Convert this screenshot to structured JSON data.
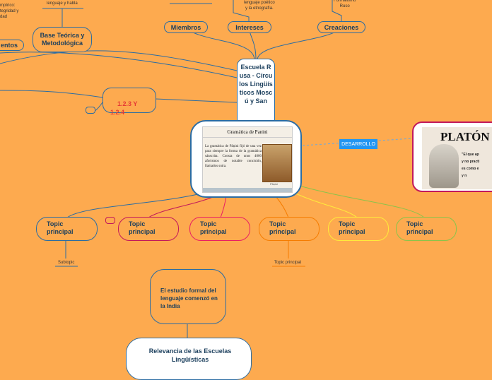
{
  "central": {
    "title": "Escuela Rusa - Círculos Lingüísticos Moscú y San"
  },
  "image_card": {
    "heading": "Gramática de Panini",
    "body": "La gramática de Pāṇini fijó de una vez para siempre la forma de la gramática sánscrita. Consta de unos 4000 aforismos de notable concisión, llamados sutra.",
    "caption": "Pāṇini"
  },
  "top_branches": {
    "members": "Miembros",
    "interests": "Intereses",
    "creations": "Creaciones",
    "interests_note": "lenguaje poético\ny la etnografía.",
    "creations_note": "Formalismo\nRuso",
    "left_top_note": "lenguaje y habla"
  },
  "left_nodes": {
    "base": "Base Teórica y Metodológica",
    "cut_label": "entos",
    "cut_text": "mpírico:\ntegridad y\ndad",
    "section_label": "1.2.3 Y\n1.2.4"
  },
  "desarrollo": "DESARROLLO",
  "plato_image": {
    "title": "PLATÓN",
    "quote": "\"El que ap\ny no practi\nes como e\ny n"
  },
  "topics": [
    {
      "label": "Topic principal",
      "color": "#2B6CA3",
      "sub": "Subtopic"
    },
    {
      "label": "Topic principal",
      "color": "#C2185B",
      "sub": ""
    },
    {
      "label": "Topic principal",
      "color": "#E91E63",
      "sub": ""
    },
    {
      "label": "Topic principal",
      "color": "#F57C00",
      "sub": "Topic principal"
    },
    {
      "label": "Topic principal",
      "color": "#FFEB3B",
      "sub": ""
    },
    {
      "label": "Topic principal",
      "color": "#8BC34A",
      "sub": ""
    }
  ],
  "bottom": {
    "india": "El estudio formal del lenguaje comenzó en la India",
    "relevance": "Relevancia de las Escuelas Lingüísticas"
  }
}
